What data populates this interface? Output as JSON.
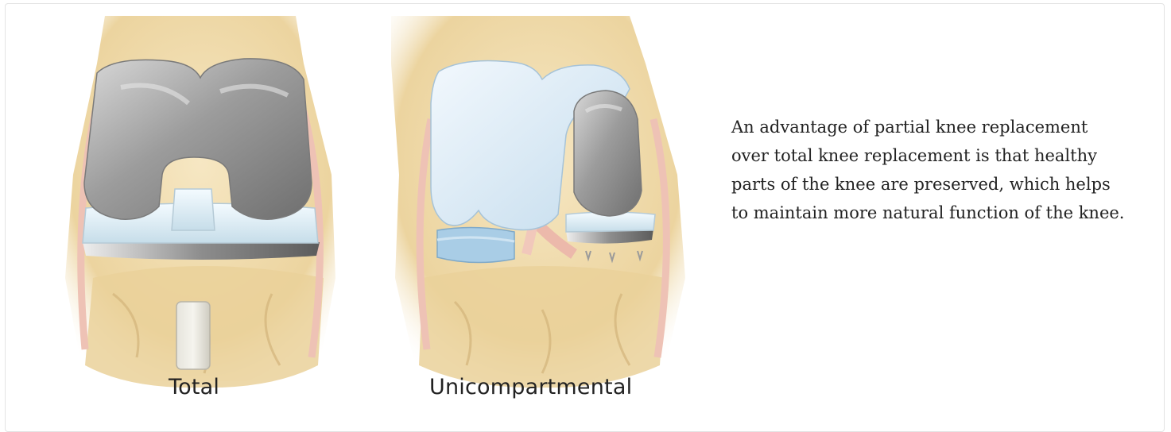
{
  "illustration": {
    "total_label": "Total",
    "unicompartmental_label": "Unicompartmental"
  },
  "description": {
    "text": "An advantage of partial knee replacement over total knee replacement is that healthy parts of the knee are preserved, which helps to maintain more natural function of the knee."
  },
  "colors": {
    "bone": "#f0dcae",
    "bone_shadow": "#d9bf88",
    "metal": "#a9a9a9",
    "cartilage": "#dcecf7",
    "ligament": "#eec2b5"
  }
}
